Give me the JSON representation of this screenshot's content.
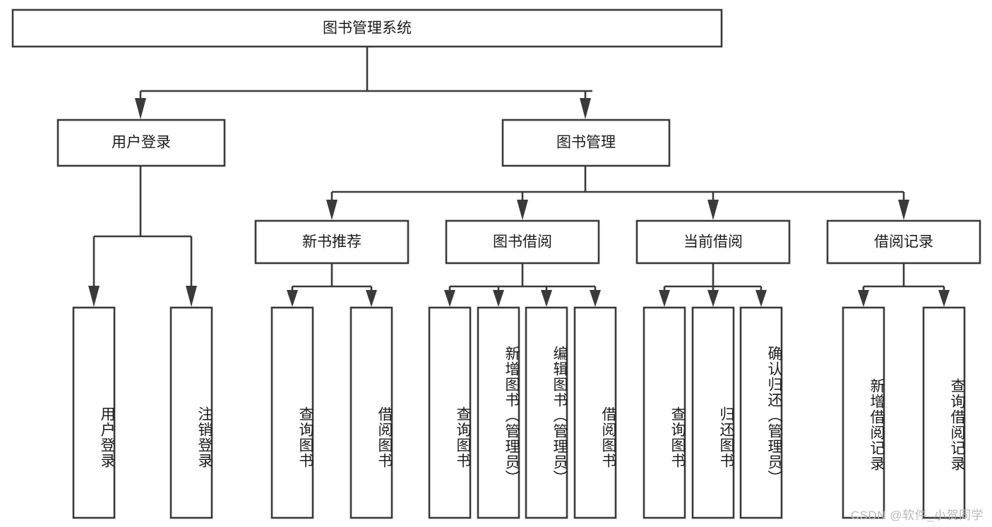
{
  "diagram": {
    "title": "图书管理系统",
    "watermark": "CSDN @软件_小贺同学",
    "colors": {
      "stroke": "#3a3a3a",
      "box_fill": "#ffffff",
      "text": "#1b1b1b",
      "background": "#ffffff",
      "watermark": "#b9b9b9"
    },
    "root": {
      "label": "图书管理系统"
    },
    "level2": [
      {
        "label": "用户登录"
      },
      {
        "label": "图书管理"
      }
    ],
    "level3": [
      {
        "label": "新书推荐"
      },
      {
        "label": "图书借阅"
      },
      {
        "label": "当前借阅"
      },
      {
        "label": "借阅记录"
      }
    ],
    "leaves": {
      "user_login": [
        {
          "label": "用户登录"
        },
        {
          "label": "注销登录"
        }
      ],
      "new_book_recommend": [
        {
          "label": "查询图书"
        },
        {
          "label": "借阅图书"
        }
      ],
      "book_borrow": [
        {
          "label": "查询图书"
        },
        {
          "label": "新增图书（管理员）"
        },
        {
          "label": "编辑图书（管理员）"
        },
        {
          "label": "借阅图书"
        }
      ],
      "current_borrow": [
        {
          "label": "查询图书"
        },
        {
          "label": "归还图书"
        },
        {
          "label": "确认归还（管理员）"
        }
      ],
      "borrow_record": [
        {
          "label": "新增借阅记录"
        },
        {
          "label": "查询借阅记录"
        }
      ]
    }
  }
}
